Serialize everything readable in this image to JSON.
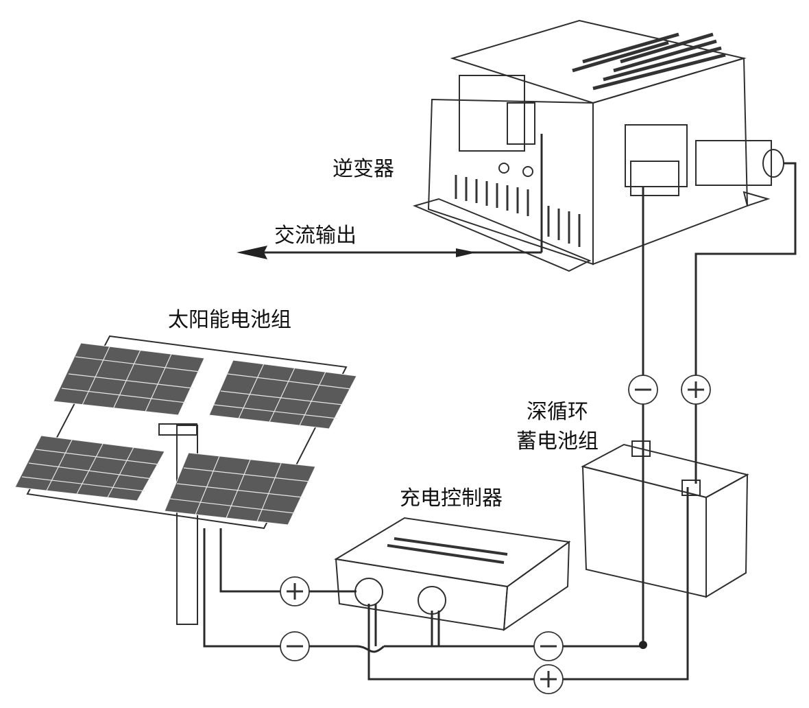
{
  "labels": {
    "inverter": "逆变器",
    "ac_output": "交流输出",
    "solar_array": "太阳能电池组",
    "battery_line1": "深循环",
    "battery_line2": "蓄电池组",
    "charge_controller": "充电控制器"
  },
  "colors": {
    "line": "#2a2a2a",
    "solar_cell": "#5a5a5a",
    "background": "#ffffff"
  },
  "icons": [
    "plus-symbol",
    "minus-symbol",
    "arrow-left-icon"
  ]
}
